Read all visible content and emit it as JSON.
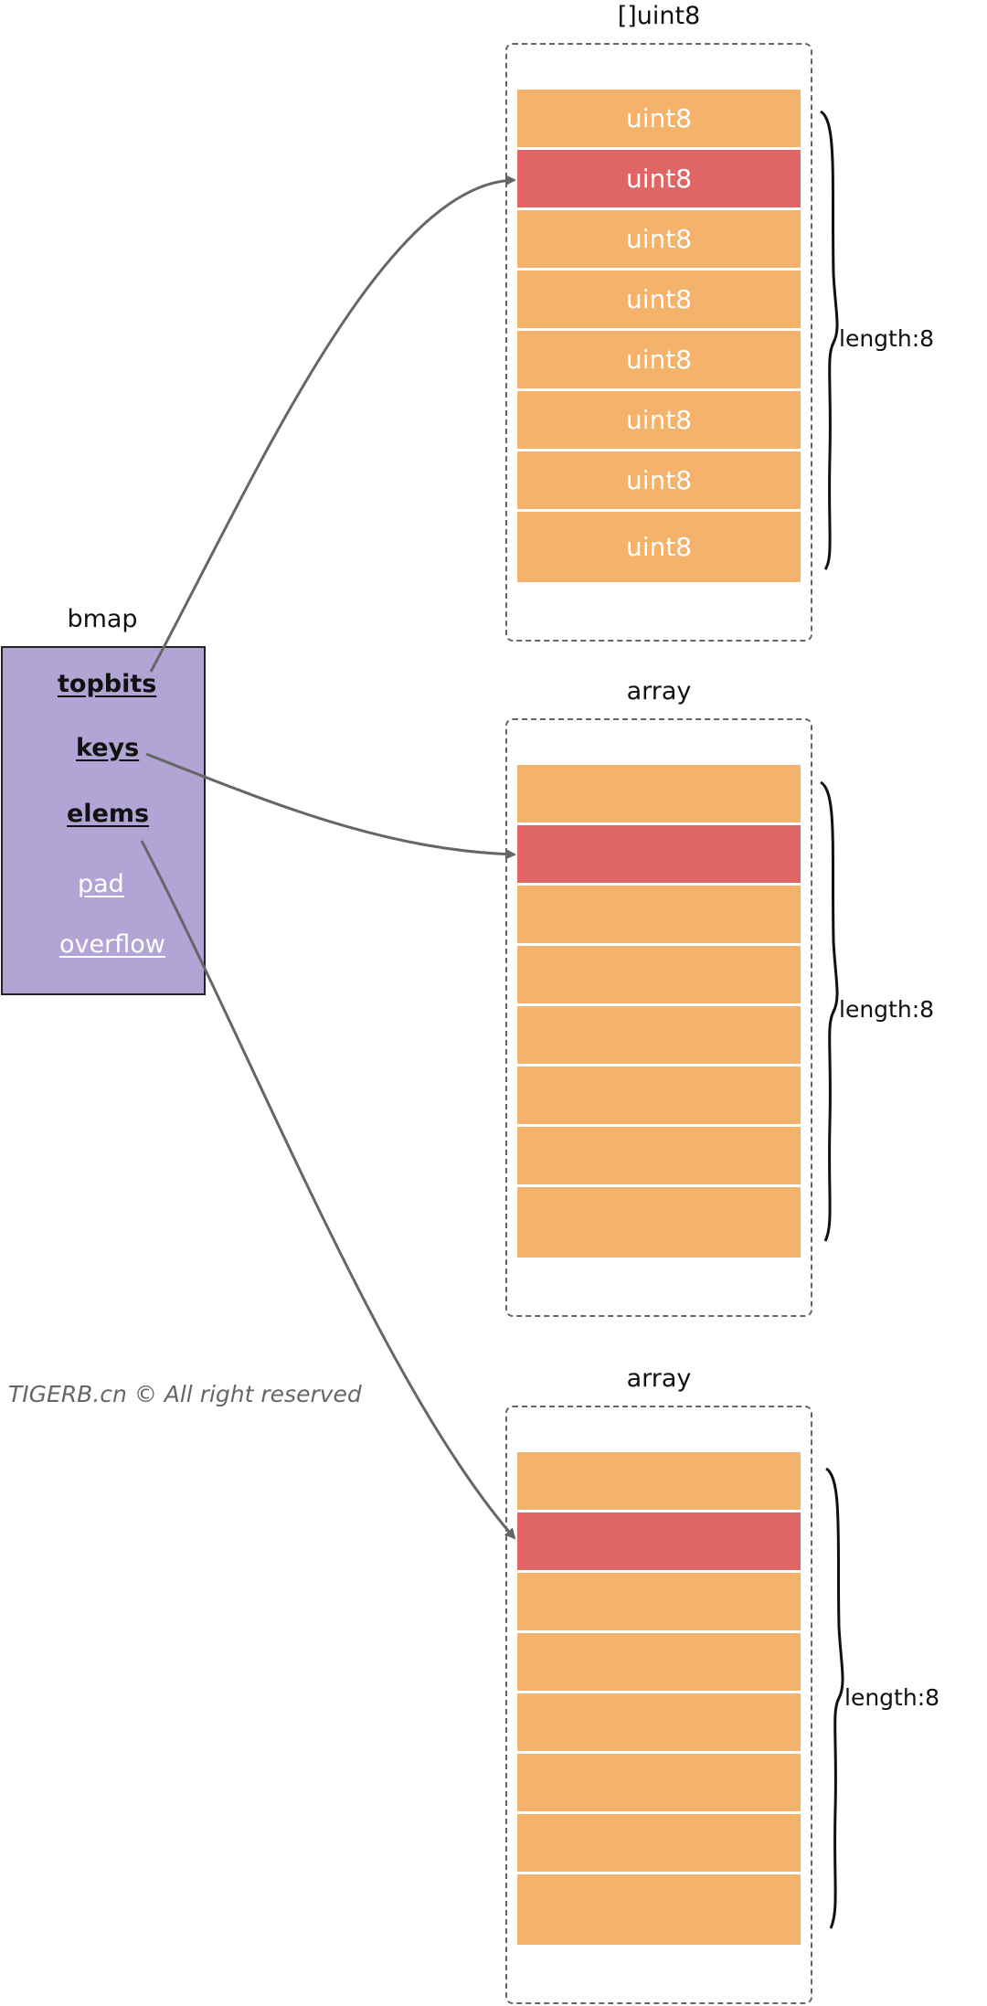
{
  "bmap": {
    "title": "bmap",
    "fields": [
      {
        "label": "topbits",
        "strong": true
      },
      {
        "label": "keys",
        "strong": true
      },
      {
        "label": "elems",
        "strong": true
      },
      {
        "label": "pad",
        "strong": false
      },
      {
        "label": "overflow",
        "strong": false
      }
    ]
  },
  "containers": [
    {
      "title": "[]uint8",
      "cells": [
        "uint8",
        "uint8",
        "uint8",
        "uint8",
        "uint8",
        "uint8",
        "uint8",
        "uint8"
      ],
      "highlighted_index": 1,
      "length_label": "length:8"
    },
    {
      "title": "array",
      "cells": [
        "",
        "",
        "",
        "",
        "",
        "",
        "",
        ""
      ],
      "highlighted_index": 1,
      "length_label": "length:8"
    },
    {
      "title": "array",
      "cells": [
        "",
        "",
        "",
        "",
        "",
        "",
        "",
        ""
      ],
      "highlighted_index": 1,
      "length_label": "length:8"
    }
  ],
  "arrows": [
    {
      "from": "topbits",
      "to": "container-0-cell-1"
    },
    {
      "from": "keys",
      "to": "container-1-cell-1"
    },
    {
      "from": "elems",
      "to": "container-2-cell-1"
    }
  ],
  "footer": "TIGERB.cn © All right reserved",
  "colors": {
    "struct_fill": "#b1a5d5",
    "cell_fill": "#f5b26b",
    "cell_highlight": "#e06666",
    "arrow": "#666666"
  }
}
